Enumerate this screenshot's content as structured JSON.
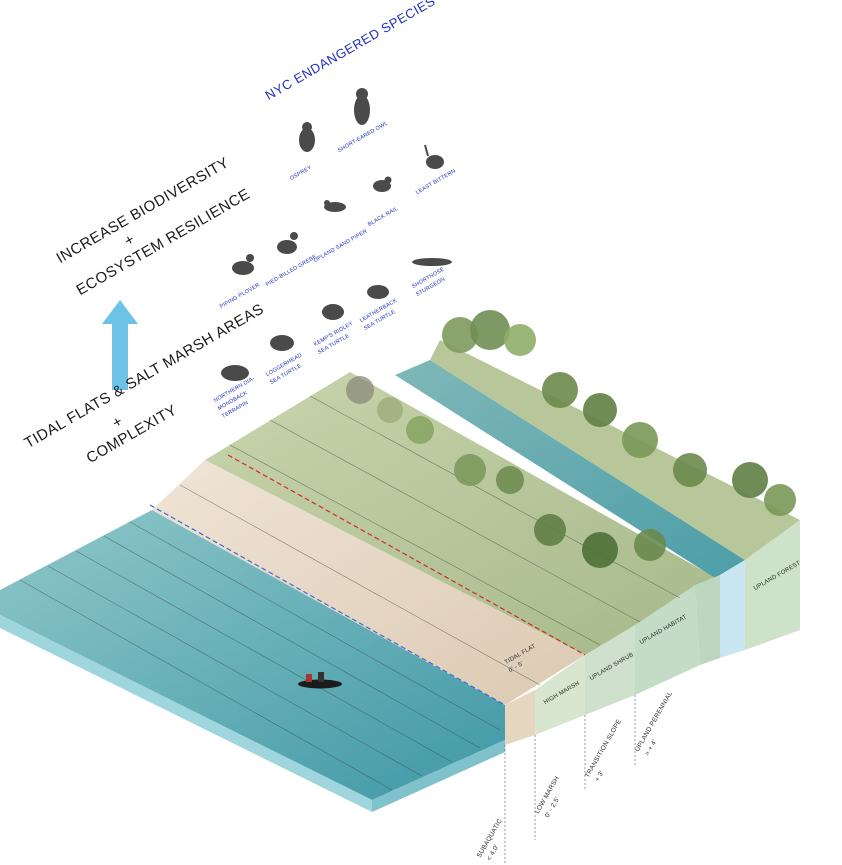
{
  "colors": {
    "title": "#1f2fbf",
    "species_label": "#1f2fbf",
    "arrow": "#6cc3e6",
    "water": "#6fb5bd",
    "water_front": "#8fcfd6",
    "sand": "#e6d8c6",
    "marsh_green": "#b9c99b",
    "side_panel": "#cfe0cf",
    "red_line": "#d62a2a",
    "blue_line": "#3d6ad8"
  },
  "labels": {
    "title": "NYC ENDANGERED SPECIES",
    "goal_line1": "INCREASE BIODIVERSITY",
    "goal_plus": "+",
    "goal_line2": "ECOSYSTEM RESILIENCE",
    "means_line1": "TIDAL FLATS & SALT MARSH AREAS",
    "means_plus": "+",
    "means_line2": "COMPLEXITY"
  },
  "species": {
    "osprey": "OSPREY",
    "owl": "SHORT-EARED OWL",
    "bittern": "LEAST BITTERN",
    "rail": "BLACK RAIL",
    "sandpiper": "UPLAND SAND PIPER",
    "grebe": "PIED-BILLED GREBE",
    "plover": "PIPING PLOVER",
    "sturgeon_1": "SHORTNOSE",
    "sturgeon_2": "STURGEON",
    "leatherback_1": "LEATHERBACK",
    "leatherback_2": "SEA TURTLE",
    "kemps_1": "KEMP'S RIDLEY",
    "kemps_2": "SEA TURTLE",
    "loggerhead_1": "LOGGERHEAD",
    "loggerhead_2": "SEA TURTLE",
    "terrapin_1": "NORTHERN DIA-",
    "terrapin_2": "MONDBACK",
    "terrapin_3": "TERRAPIN"
  },
  "zones": {
    "tidal_flat": "TIDAL FLAT",
    "tidal_flat_depth": "0' - 5'",
    "high_marsh": "HIGH MARSH",
    "upland_shrub": "UPLAND SHRUB",
    "upland_habitat": "UPLAND HABITAT",
    "upland_forest": "UPLAND FOREST"
  },
  "depths": {
    "subaquatic_1": "SUBAQUATIC",
    "subaquatic_2": "< 4.0'",
    "low_marsh_1": "LOW MARSH",
    "low_marsh_2": "0' - 2.5'",
    "transition_1": "TRANSITION SLOPE",
    "transition_2": "+ 3'",
    "perennial_1": "UPLAND PERENNIAL",
    "perennial_2": "> + 4'"
  }
}
